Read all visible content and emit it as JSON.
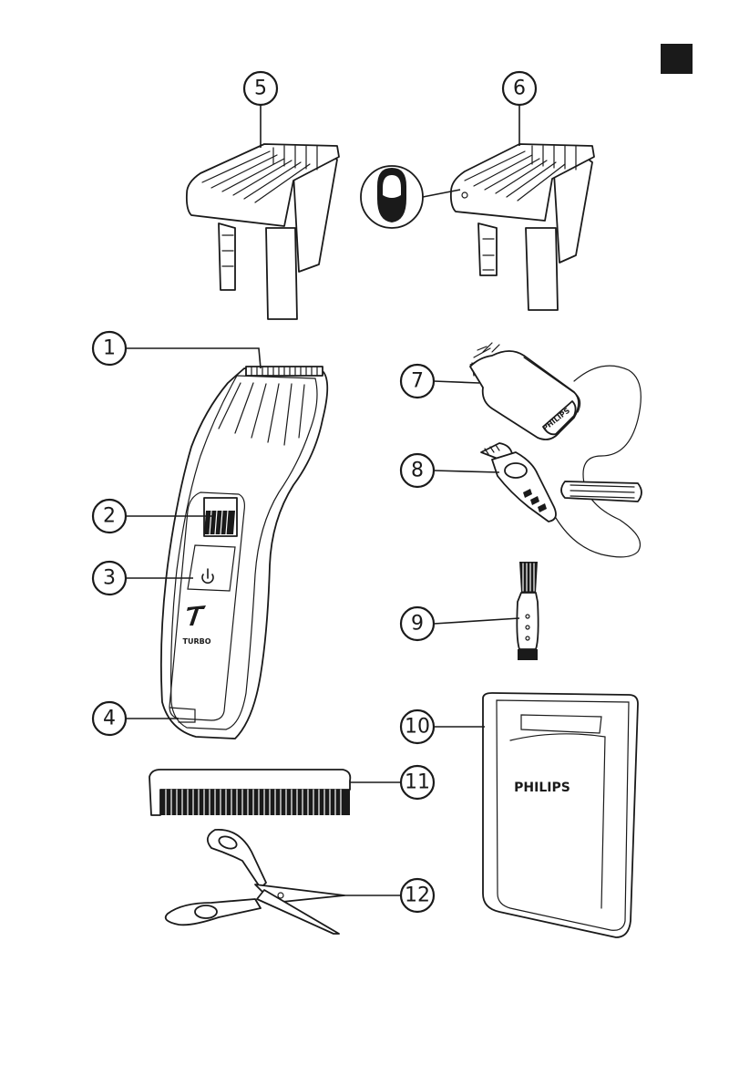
{
  "section_tab_color": "#1a1a1a",
  "line_color": "#1a1a1a",
  "callouts": [
    "1",
    "2",
    "3",
    "4",
    "5",
    "6",
    "7",
    "8",
    "9",
    "10",
    "11",
    "12"
  ],
  "products": {
    "trimmer_logo_text": "TURBO",
    "adapter_brand": "PHILIPS",
    "pouch_brand": "PHILIPS"
  },
  "icons": [
    "power-icon",
    "turbo-icon",
    "beard-icon"
  ]
}
